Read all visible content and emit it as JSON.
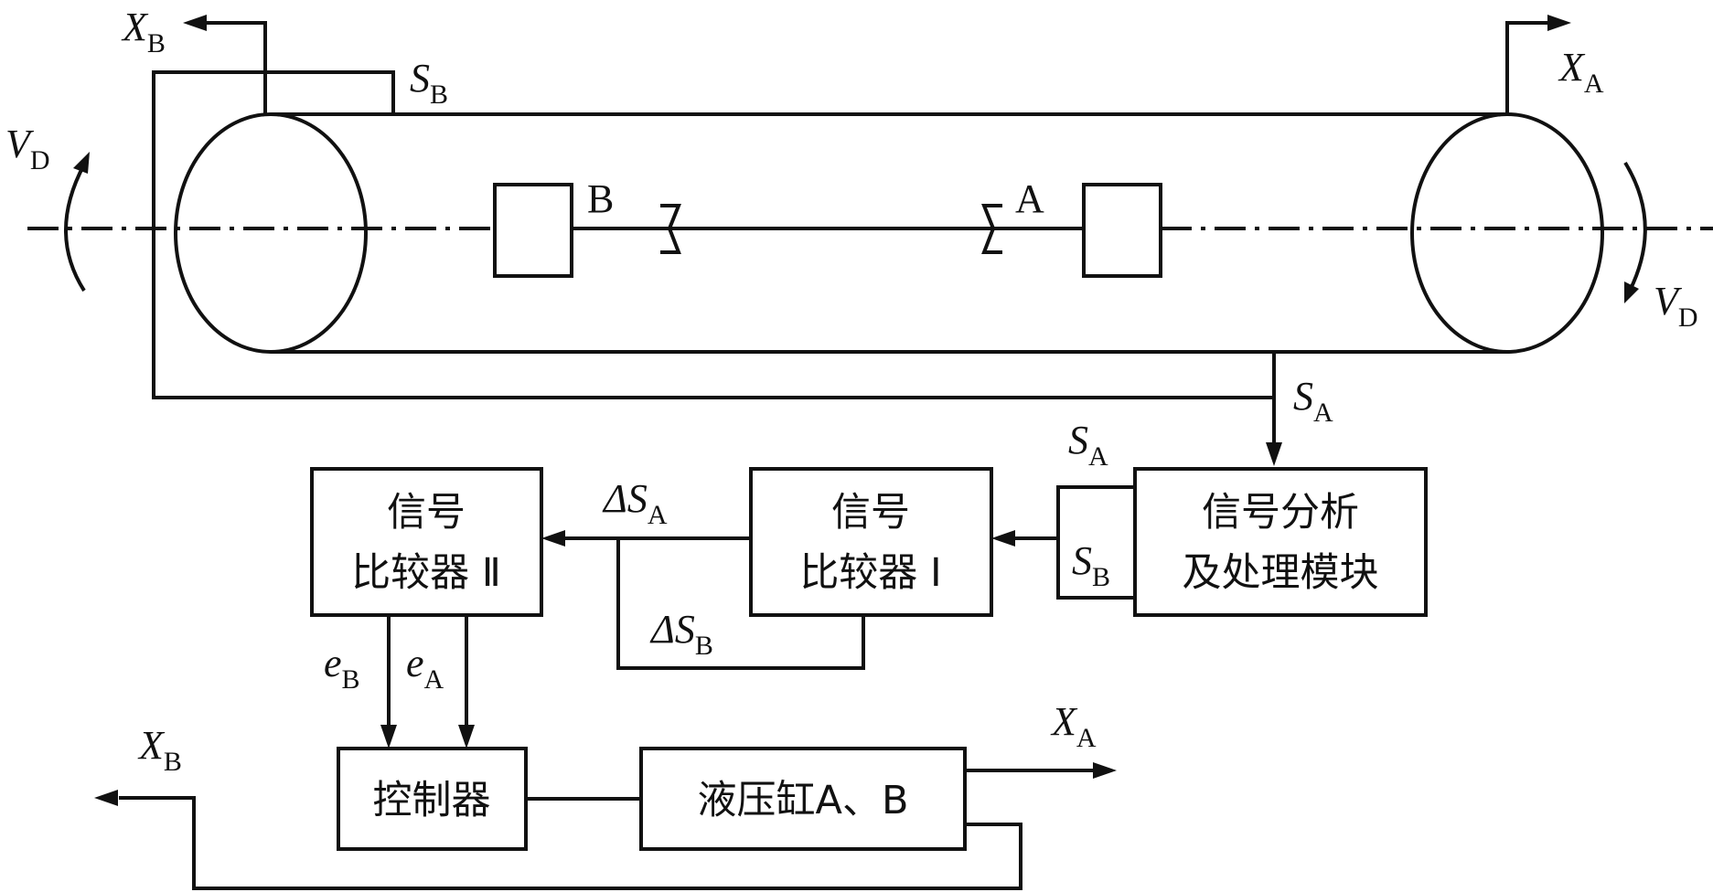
{
  "colors": {
    "line": "#111111",
    "background": "#ffffff"
  },
  "labels": {
    "xb_top": {
      "main": "X",
      "sub": "B"
    },
    "sb_top": {
      "main": "S",
      "sub": "B"
    },
    "xa_top": {
      "main": "X",
      "sub": "A"
    },
    "vd_left": {
      "main": "V",
      "sub": "D"
    },
    "vd_right": {
      "main": "V",
      "sub": "D"
    },
    "point_b": "B",
    "point_a": "A",
    "sa_mid": {
      "main": "S",
      "sub": "A"
    },
    "sa_small": {
      "main": "S",
      "sub": "A"
    },
    "sb_small": {
      "main": "S",
      "sub": "B"
    },
    "dsa": {
      "main": "ΔS",
      "sub": "A"
    },
    "dsb": {
      "main": "ΔS",
      "sub": "B"
    },
    "eb": {
      "main": "e",
      "sub": "B"
    },
    "ea": {
      "main": "e",
      "sub": "A"
    },
    "xa_bottom": {
      "main": "X",
      "sub": "A"
    },
    "xb_bottom": {
      "main": "X",
      "sub": "B"
    }
  },
  "blocks": {
    "analysis": {
      "line1": "信号分析",
      "line2": "及处理模块"
    },
    "comparator1": {
      "line1": "信号",
      "line2": "比较器 Ⅰ"
    },
    "comparator2": {
      "line1": "信号",
      "line2": "比较器 Ⅱ"
    },
    "controller": "控制器",
    "cylinder": "液压缸A、B"
  }
}
